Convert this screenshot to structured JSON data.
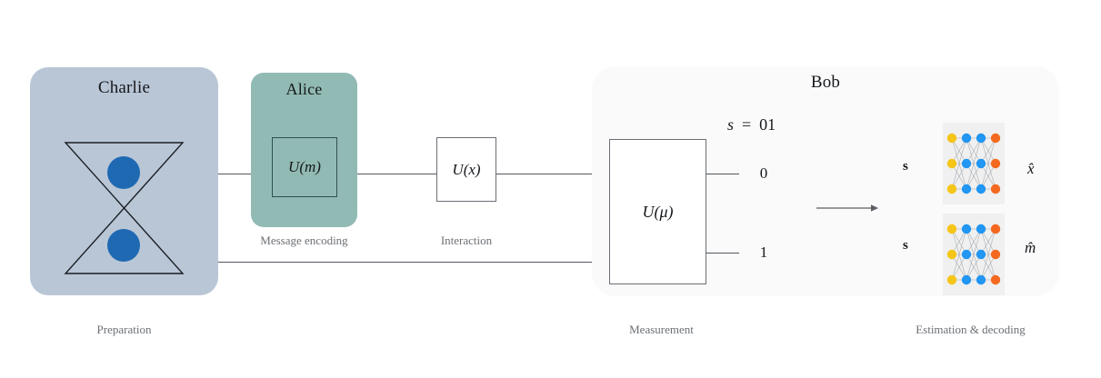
{
  "figure": {
    "type": "quantum-communication-protocol-diagram"
  },
  "parties": {
    "charlie": {
      "title": "Charlie",
      "caption": "Preparation",
      "panel_color": "#b9c6d6",
      "source_icon": "bowtie-entangled-pair-icon",
      "particle_color": "#1f69b3",
      "particle_count": 2
    },
    "alice": {
      "title": "Alice",
      "caption": "Message encoding",
      "panel_color": "#92bab4",
      "gate_label": "U(m)"
    },
    "bob": {
      "title": "Bob",
      "caption": "Measurement",
      "panel_color": "#fafafa",
      "gate_label": "U(μ)",
      "outcome_string": "s = 01",
      "outcome_symbol": "s",
      "outcome_value": "01",
      "outcomes": [
        "0",
        "1"
      ]
    }
  },
  "interaction": {
    "gate_label": "U(x)",
    "caption": "Interaction"
  },
  "decoding": {
    "caption": "Estimation & decoding",
    "arrow_icon": "right-arrow-icon",
    "blocks": [
      {
        "input_label": "s",
        "output_label": "x̂",
        "network_icon": "neural-network-icon"
      },
      {
        "input_label": "s",
        "output_label": "m̂",
        "network_icon": "neural-network-icon"
      }
    ],
    "network": {
      "layers": 4,
      "nodes_per_layer": 3,
      "layer_colors": [
        "#f5c518",
        "#2196f3",
        "#2196f3",
        "#f4691f"
      ],
      "panel_color": "#f0f0f0",
      "edge_color": "#9aa0a6"
    }
  },
  "wires": {
    "count": 2,
    "color": "#53585f"
  }
}
